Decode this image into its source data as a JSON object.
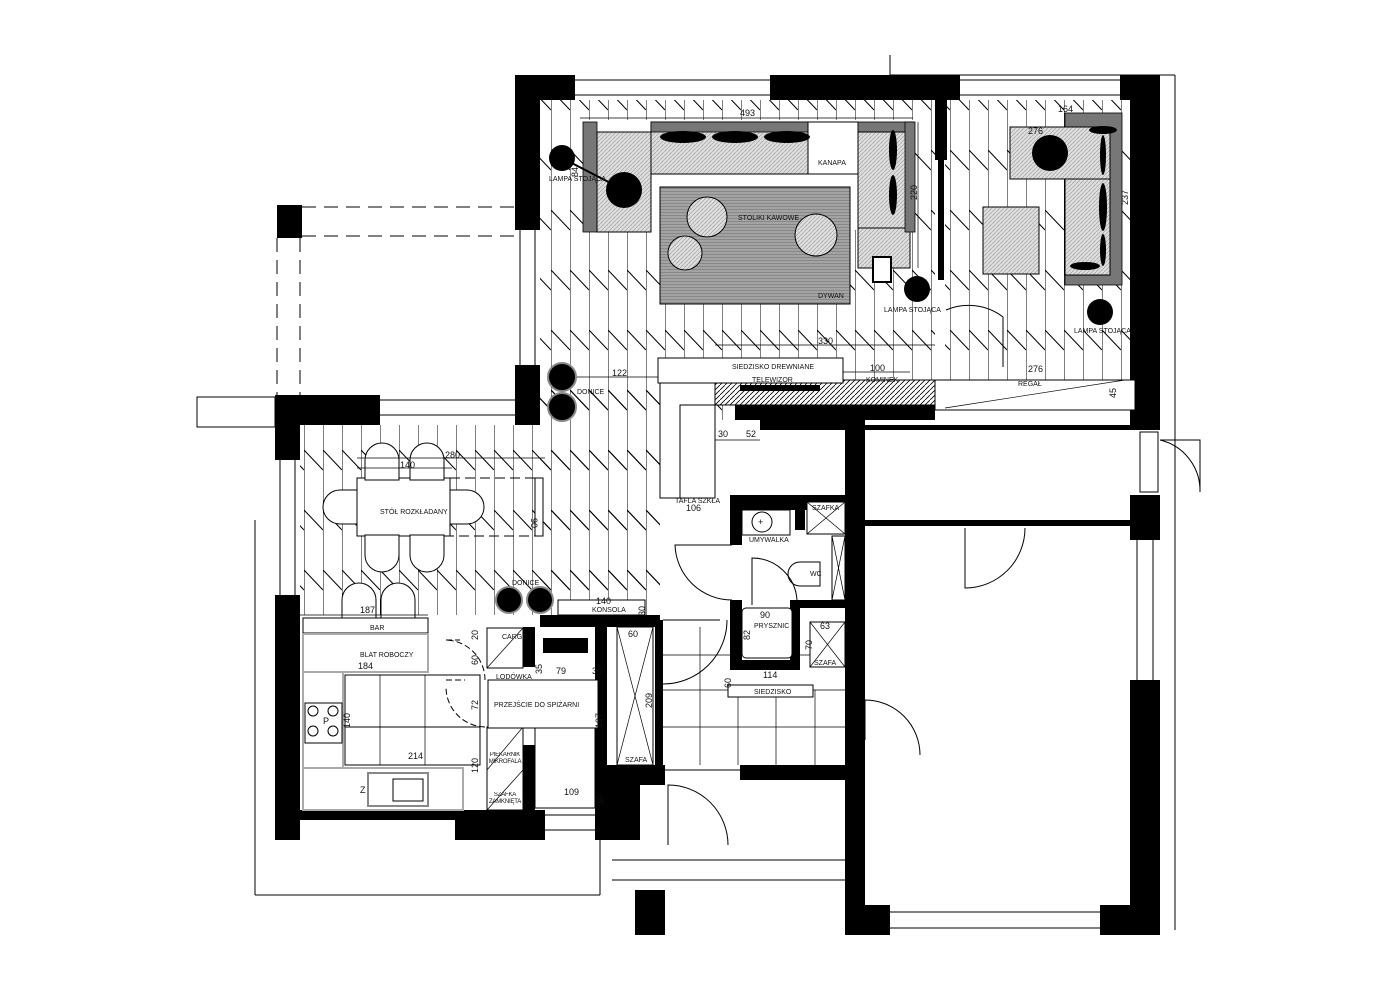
{
  "plan": {
    "rooms": {
      "living": {
        "sofa": "KANAPA",
        "coffee_tables": "STOLIKI KAWOWE",
        "rug": "DYWAN",
        "lamp_left": "LAMPA STOJĄCA",
        "lamp_right": "LAMPA STOJĄCA",
        "bench": "SIEDZISKO DREWNIANE",
        "tv": "TELEWIZOR",
        "fireplace": "KOMINEK",
        "plants": "DONICE"
      },
      "lounge": {
        "lamp": "LAMPA STOJĄCA",
        "shelf": "REGAŁ"
      },
      "dining": {
        "table": "STÓŁ ROZKŁADANY",
        "plants": "DONICE",
        "console": "KONSOLA",
        "bar": "BAR"
      },
      "kitchen": {
        "counter": "BLAT ROBOCZY",
        "cargo": "CARGO",
        "fridge": "LODÓWKA",
        "oven": "PIEKARNIK MIKROFALA",
        "cabinet": "SZAFKA ZAMKNIĘTA",
        "pantry": "PRZEJŚCIE DO SPIŻARNI",
        "hob": "P",
        "sink": "Z"
      },
      "hall": {
        "glass": "TAFLA SZKŁA",
        "wardrobe": "SZAFA",
        "seat": "SIEDZISKO"
      },
      "bathroom": {
        "basin": "UMYWALKA",
        "wc": "WC",
        "shower": "PRYSZNIC",
        "cabinet": "SZAFKA",
        "wardrobe": "SZAFA"
      }
    },
    "dimensions": {
      "sofa_width": "493",
      "sofa_depth": "220",
      "lamp_gap": "84",
      "tv_wall": "330",
      "to_bench": "122",
      "fireplace": "100",
      "lounge_top": "164",
      "lounge_sofa": "276",
      "lounge_side": "237",
      "shelf_len": "276",
      "shelf_depth": "45",
      "step1": "30",
      "step2": "52",
      "glass": "106",
      "table_ext": "280",
      "table_len": "140",
      "table_w": "90",
      "bar_len": "187",
      "console_len": "140",
      "console_d": "30",
      "counter_len": "184",
      "island_len": "214",
      "island_w": "140",
      "k20": "20",
      "k60": "60",
      "k72": "72",
      "k120": "120",
      "p35": "35",
      "p79": "79",
      "p30a": "30",
      "p197": "197",
      "p109": "109",
      "p30b": "30",
      "h60": "60",
      "h209": "209",
      "shower_w": "90",
      "shower_d": "82",
      "b63": "63",
      "b70": "70",
      "b114": "114",
      "b60": "60"
    }
  }
}
